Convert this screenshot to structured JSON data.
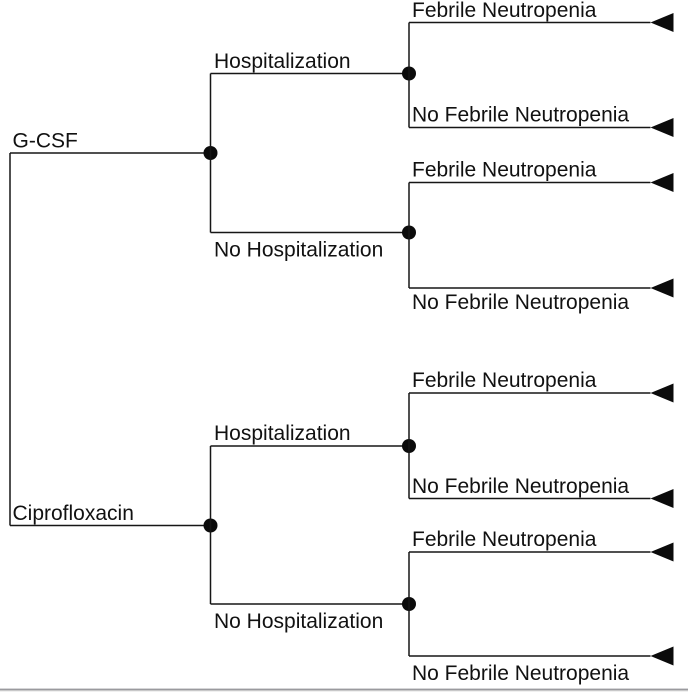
{
  "diagram": {
    "kind": "decision-tree",
    "node_types": {
      "chance": "filled-circle",
      "terminal": "left-pointing-triangle"
    }
  },
  "tree": {
    "branches": [
      {
        "label": "G-CSF",
        "node": "chance",
        "children": [
          {
            "label": "Hospitalization",
            "node": "chance",
            "children": [
              {
                "label": "Febrile Neutropenia",
                "node": "terminal"
              },
              {
                "label": "No Febrile Neutropenia",
                "node": "terminal"
              }
            ]
          },
          {
            "label": "No Hospitalization",
            "node": "chance",
            "children": [
              {
                "label": "Febrile Neutropenia",
                "node": "terminal"
              },
              {
                "label": "No Febrile Neutropenia",
                "node": "terminal"
              }
            ]
          }
        ]
      },
      {
        "label": "Ciprofloxacin",
        "node": "chance",
        "children": [
          {
            "label": "Hospitalization",
            "node": "chance",
            "children": [
              {
                "label": "Febrile Neutropenia",
                "node": "terminal"
              },
              {
                "label": "No Febrile Neutropenia",
                "node": "terminal"
              }
            ]
          },
          {
            "label": "No Hospitalization",
            "node": "chance",
            "children": [
              {
                "label": "Febrile Neutropenia",
                "node": "terminal"
              },
              {
                "label": "No Febrile Neutropenia",
                "node": "terminal"
              }
            ]
          }
        ]
      }
    ]
  },
  "colors": {
    "line": "#161616",
    "node_fill": "#0b0b0b",
    "text": "#111111",
    "bottom_border_dark": "#9a9a9e",
    "bottom_border_light": "#d9d9d9",
    "background": "#ffffff"
  }
}
